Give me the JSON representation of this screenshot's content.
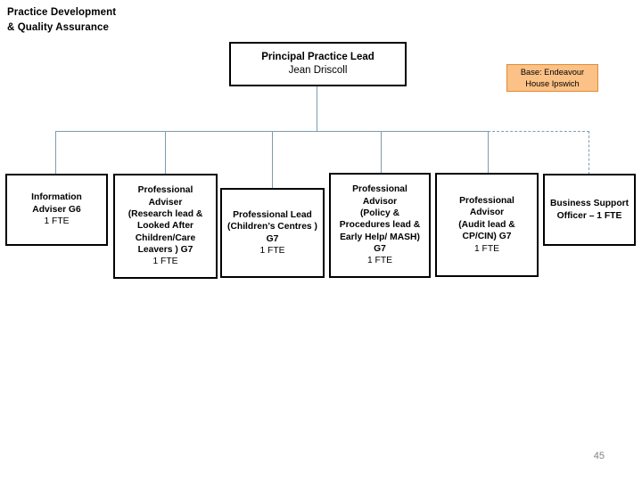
{
  "slide": {
    "title": "Practice Development\n & Quality Assurance",
    "page_number": "45"
  },
  "colors": {
    "box_border": "#000000",
    "box_fill": "#ffffff",
    "connector": "#7e9cb0",
    "base_fill": "#fbc186",
    "base_border": "#e08b36",
    "page_number": "#808080"
  },
  "base_callout": {
    "text": "Base: Endeavour\nHouse  Ipswich"
  },
  "org": {
    "root": {
      "title": "Principal Practice Lead",
      "subtitle": "Jean Driscoll"
    },
    "children": [
      {
        "id": "info",
        "title": "Information\nAdviser G6",
        "subtitle": "1 FTE",
        "connector": "solid"
      },
      {
        "id": "adviser",
        "title": "Professional\nAdviser\n(Research lead &\nLooked After\nChildren/Care\nLeavers ) G7",
        "subtitle": "1 FTE",
        "connector": "solid"
      },
      {
        "id": "lead",
        "title": "Professional Lead\n(Children’s Centres )\nG7",
        "subtitle": "1 FTE",
        "connector": "solid"
      },
      {
        "id": "policy",
        "title": "Professional\nAdvisor\n(Policy &\nProcedures lead &\nEarly Help/ MASH)\nG7",
        "subtitle": "1 FTE",
        "connector": "solid"
      },
      {
        "id": "audit",
        "title": "Professional\nAdvisor\n(Audit lead &\nCP/CIN) G7",
        "subtitle": "1 FTE",
        "connector": "solid"
      },
      {
        "id": "business-support",
        "title": "Business Support\nOfficer – 1 FTE",
        "subtitle": "",
        "connector": "dashed"
      }
    ]
  }
}
